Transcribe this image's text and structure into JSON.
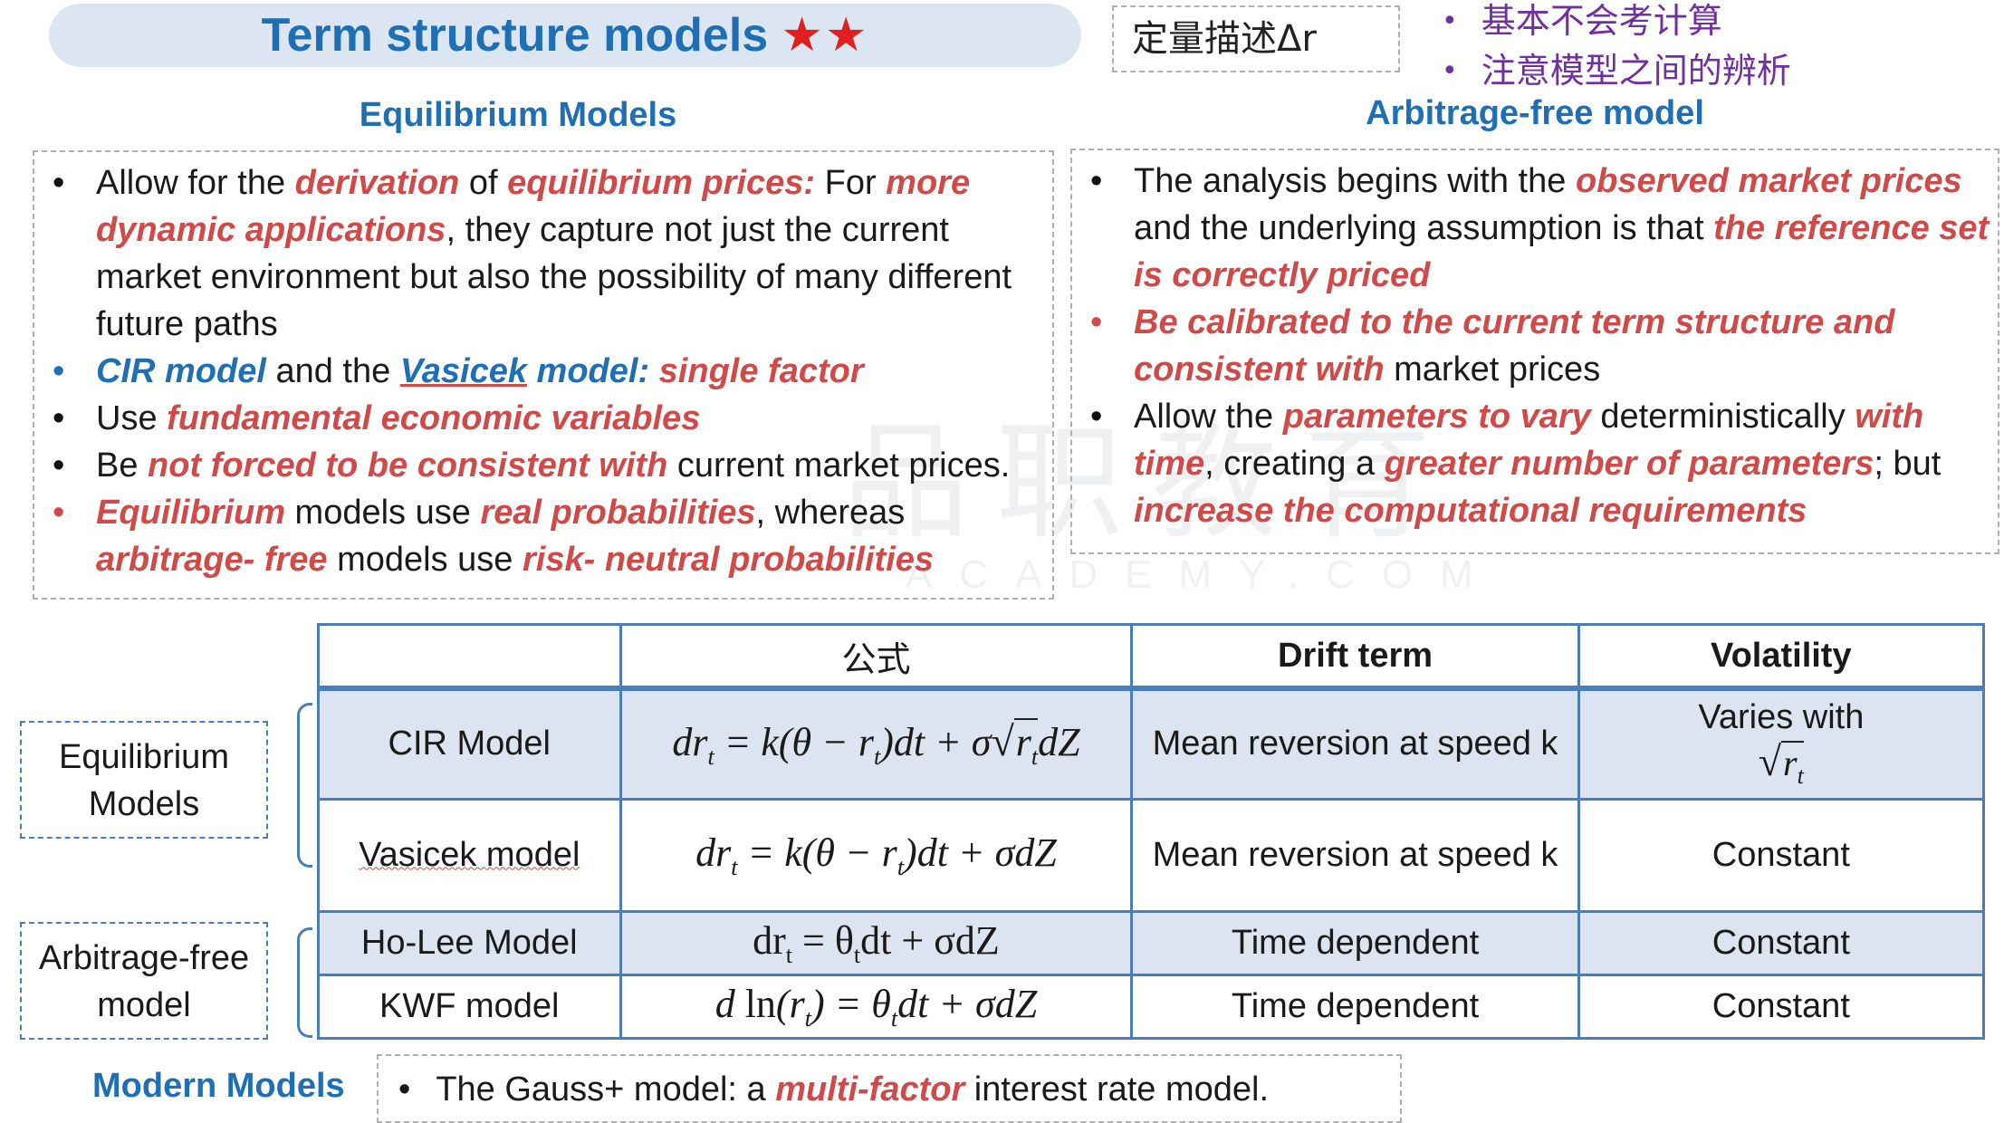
{
  "header": {
    "title": "Term structure models",
    "stars": "★★",
    "quant_box": "定量描述Δr",
    "notes": [
      "基本不会考计算",
      "注意模型之间的辨析"
    ]
  },
  "equilibrium_section": {
    "heading": "Equilibrium Models"
  },
  "arbitrage_section": {
    "heading": "Arbitrage-free model"
  },
  "watermark": {
    "logo_text": "品职教育",
    "site_text": "ACADEMY.COM"
  },
  "table": {
    "headers": [
      "",
      "公式",
      "Drift term",
      "Volatility"
    ],
    "rows": [
      {
        "model": "CIR Model",
        "drift": "Mean reversion at speed k",
        "volatility": "Varies with"
      },
      {
        "model": "Vasicek model",
        "drift": "Mean reversion at speed k",
        "volatility": "Constant"
      },
      {
        "model": "Ho-Lee Model",
        "drift": "Time dependent",
        "volatility": "Constant"
      },
      {
        "model": "KWF model",
        "drift": "Time dependent",
        "volatility": "Constant"
      }
    ],
    "groups": [
      "Equilibrium Models",
      "Arbitrage-free model"
    ]
  },
  "modern": {
    "heading": "Modern Models",
    "text_before": "The Gauss+ model: a ",
    "text_em": "multi-factor",
    "text_after": " interest rate model."
  },
  "colors": {
    "accent_blue": "#1f6fb5",
    "emphasis_red": "#d04a4a",
    "note_purple": "#7030a0",
    "title_pill": "#dce6f2",
    "table_shade": "#dbe4f0"
  }
}
